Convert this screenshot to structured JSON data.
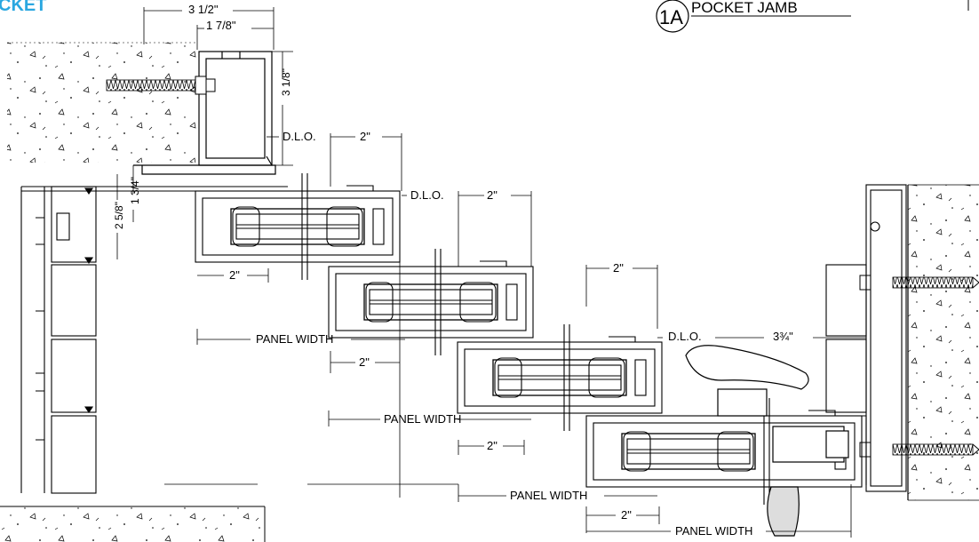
{
  "header": {
    "corner_fragment": "CKET",
    "detail_tag": "1A",
    "detail_title": "POCKET JAMB",
    "accent_color": "#2aa7e0"
  },
  "dimensions": {
    "top_3_1_2": "3 1/2\"",
    "top_1_7_8": "1 7/8\"",
    "vert_3_1_8": "3 1/8\"",
    "vert_1_3_4": "1 3/4\"",
    "vert_2_5_8": "2 5/8\"",
    "dlo_1": "D.L.O.",
    "dlo_2": "D.L.O.",
    "dlo_3": "D.L.O.",
    "two_in_1": "2\"",
    "two_in_2": "2\"",
    "two_in_3": "2\"",
    "two_in_4": "2\"",
    "two_in_5": "2\"",
    "two_in_6": "2\"",
    "two_in_7": "2\"",
    "handle_3_3_4": "3¾\"",
    "panel_width_1": "PANEL WIDTH",
    "panel_width_2": "PANEL WIDTH",
    "panel_width_3": "PANEL WIDTH",
    "panel_width_4": "PANEL WIDTH"
  }
}
